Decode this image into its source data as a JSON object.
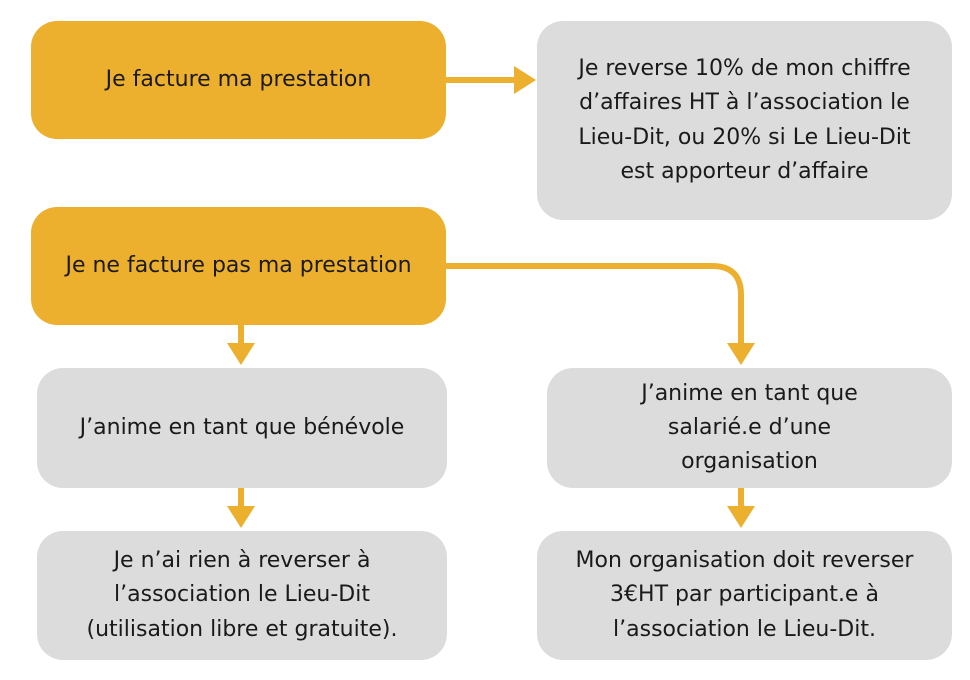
{
  "colors": {
    "accent": "#EDB02E",
    "box": "#DCDCDC",
    "text": "#1A1A1A"
  },
  "nodes": {
    "facture": "Je facture ma prestation",
    "reverse_pourcentage": "Je reverse 10% de mon chiffre d’affaires HT à l’association le Lieu-Dit, ou 20% si Le Lieu-Dit est apporteur d’affaire",
    "ne_facture_pas": "Je ne facture pas ma prestation",
    "benevole": "J’anime en tant que bénévole",
    "salarie": "J’anime en tant que salarié.e d’une organisation",
    "rien_a_reverser": "Je n’ai rien à reverser à l’association le Lieu-Dit (utilisation libre et gratuite).",
    "organisation_reverse": "Mon organisation doit reverser 3€HT par participant.e à l’association le Lieu-Dit."
  }
}
